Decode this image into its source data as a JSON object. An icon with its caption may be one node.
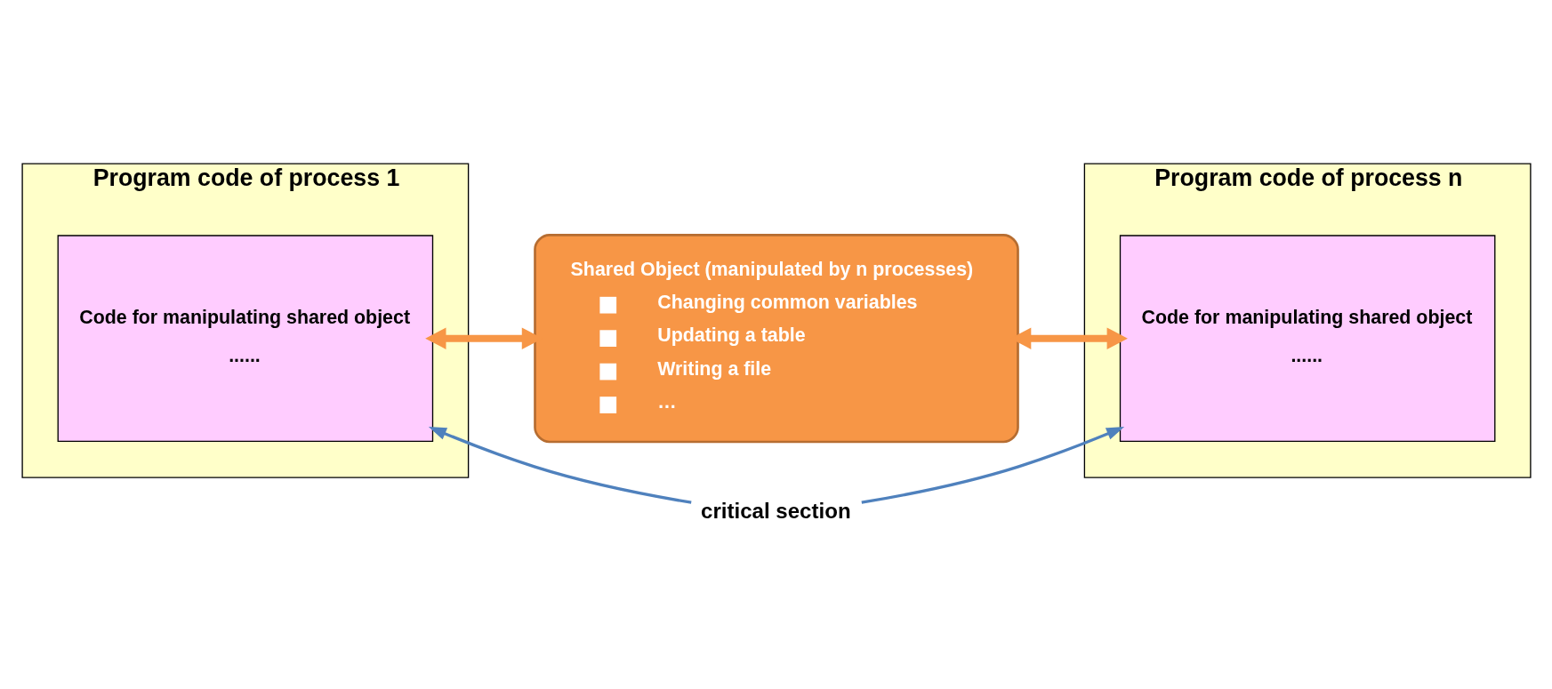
{
  "diagram": {
    "nodes": [
      {
        "text": [
          "Program code of process 1"
        ]
      },
      {
        "text": [
          "Code for manipulating shared object",
          "......"
        ],
        "in": 0
      },
      {
        "text": [
          "Shared Object (manipulated by n processes)",
          "Changing common variables",
          "Updating a table",
          "Writing a file",
          "…"
        ]
      },
      {
        "text": [
          "Program code of process n"
        ]
      },
      {
        "text": [
          "Code for manipulating shared object",
          "......"
        ],
        "in": 3
      },
      {
        "text": [
          "critical section"
        ]
      }
    ],
    "edges": [
      {
        "from": 1,
        "to": 2,
        "arrow": "both",
        "style": "thick",
        "color": "#f79646"
      },
      {
        "from": 2,
        "to": 4,
        "arrow": "both",
        "style": "thick",
        "color": "#f79646"
      },
      {
        "from": 5,
        "to": 1,
        "arrow": "to",
        "color": "#4f81bd"
      },
      {
        "from": 5,
        "to": 4,
        "arrow": "to",
        "color": "#4f81bd"
      }
    ]
  }
}
